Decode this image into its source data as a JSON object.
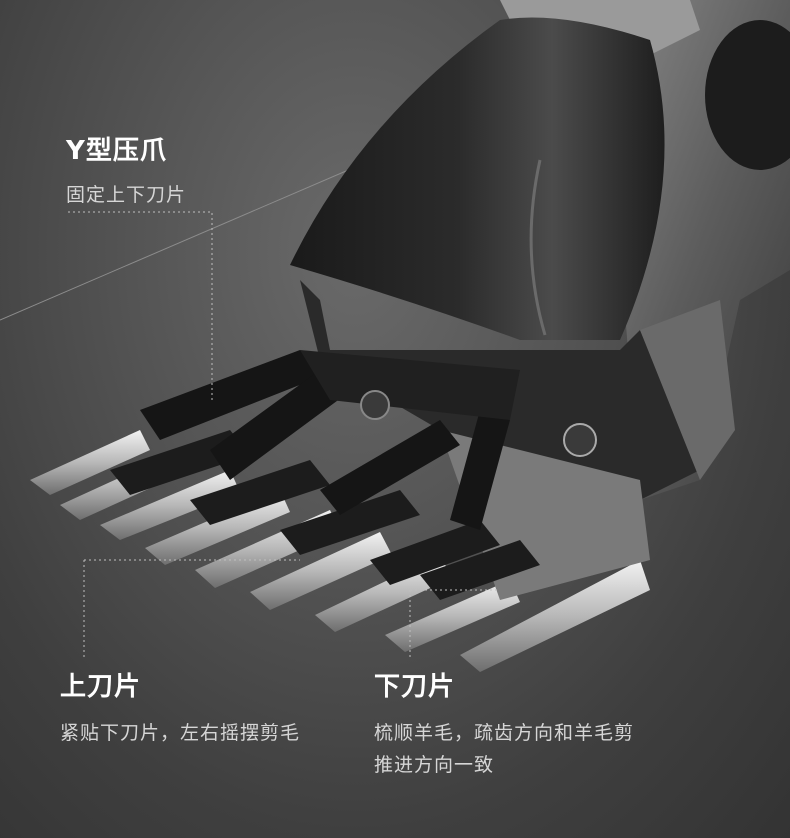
{
  "callouts": {
    "y_claw": {
      "title": "Y型压爪",
      "desc": "固定上下刀片"
    },
    "upper_blade": {
      "title": "上刀片",
      "desc": "紧贴下刀片，左右摇摆剪毛"
    },
    "lower_blade": {
      "title": "下刀片",
      "desc_line1": "梳顺羊毛，疏齿方向和羊毛剪",
      "desc_line2": "推进方向一致"
    }
  },
  "colors": {
    "background": "#4a4a4a",
    "title": "#ffffff",
    "desc": "#d6d6d6",
    "leader_line": "#bfbfbf"
  }
}
